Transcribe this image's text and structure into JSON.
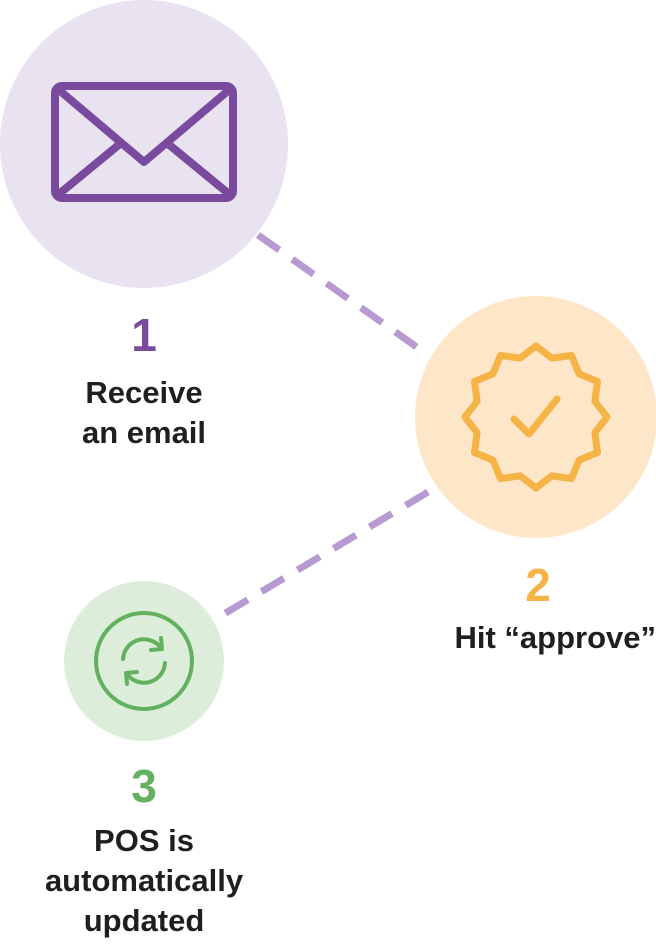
{
  "colors": {
    "purple": "#7a4a9e",
    "purple_light": "#e9e2f1",
    "connector": "#b79ad1",
    "orange": "#f6b446",
    "orange_light": "#fde7c8",
    "green": "#63b05f",
    "green_light": "#dcedd9",
    "text": "#1f1f1f"
  },
  "steps": [
    {
      "number": "1",
      "icon": "envelope-icon",
      "label_lines": [
        "Receive",
        "an email"
      ]
    },
    {
      "number": "2",
      "icon": "badge-check-icon",
      "label_lines": [
        "Hit “approve”"
      ]
    },
    {
      "number": "3",
      "icon": "refresh-icon",
      "label_lines": [
        "POS is",
        "automatically",
        "updated"
      ]
    }
  ]
}
